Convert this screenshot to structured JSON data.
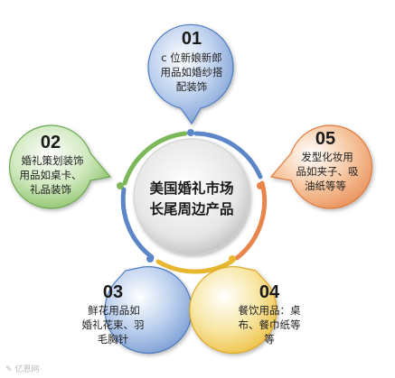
{
  "center": {
    "line1": "美国婚礼市场",
    "line2": "长尾周边产品"
  },
  "items": [
    {
      "number": "01",
      "lines": [
        "c 位新娘新郎",
        "用品如婚纱搭",
        "配装饰"
      ],
      "color": "#5b86c8"
    },
    {
      "number": "02",
      "lines": [
        "婚礼策划装饰",
        "用品如桌卡、",
        "礼品装饰"
      ],
      "color": "#7cb85a"
    },
    {
      "number": "03",
      "lines": [
        "鲜花用品如",
        "婚礼花束、羽",
        "毛胸针"
      ],
      "color": "#5b86c8"
    },
    {
      "number": "04",
      "lines": [
        "餐饮用品：桌",
        "布、餐巾纸等",
        "等"
      ],
      "color": "#e8b72f"
    },
    {
      "number": "05",
      "lines": [
        "发型化妆用",
        "品如夹子、吸",
        "油纸等等"
      ],
      "color": "#e8854a"
    }
  ],
  "watermark": "亿恩网"
}
